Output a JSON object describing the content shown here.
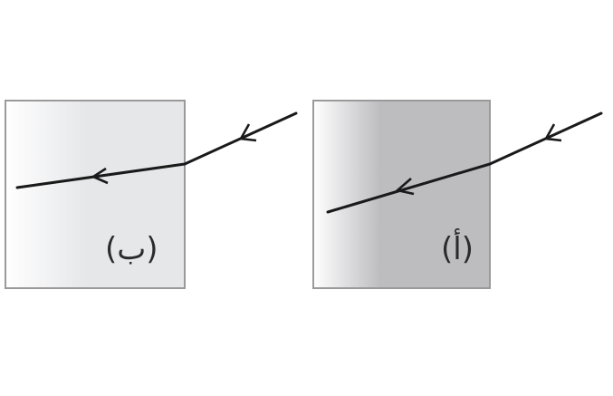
{
  "panels": [
    {
      "id": "b",
      "label": "(ب)",
      "block_gradient": [
        "#ffffff",
        "#e6e7e9"
      ],
      "description_colors": {
        "border": "#9a9a9a",
        "ray": "#1a1a1a"
      }
    },
    {
      "id": "a",
      "label": "(أ)",
      "block_gradient": [
        "#ffffff",
        "#bdbdc0"
      ],
      "description_colors": {
        "border": "#9a9a9a",
        "ray": "#1a1a1a"
      }
    }
  ]
}
